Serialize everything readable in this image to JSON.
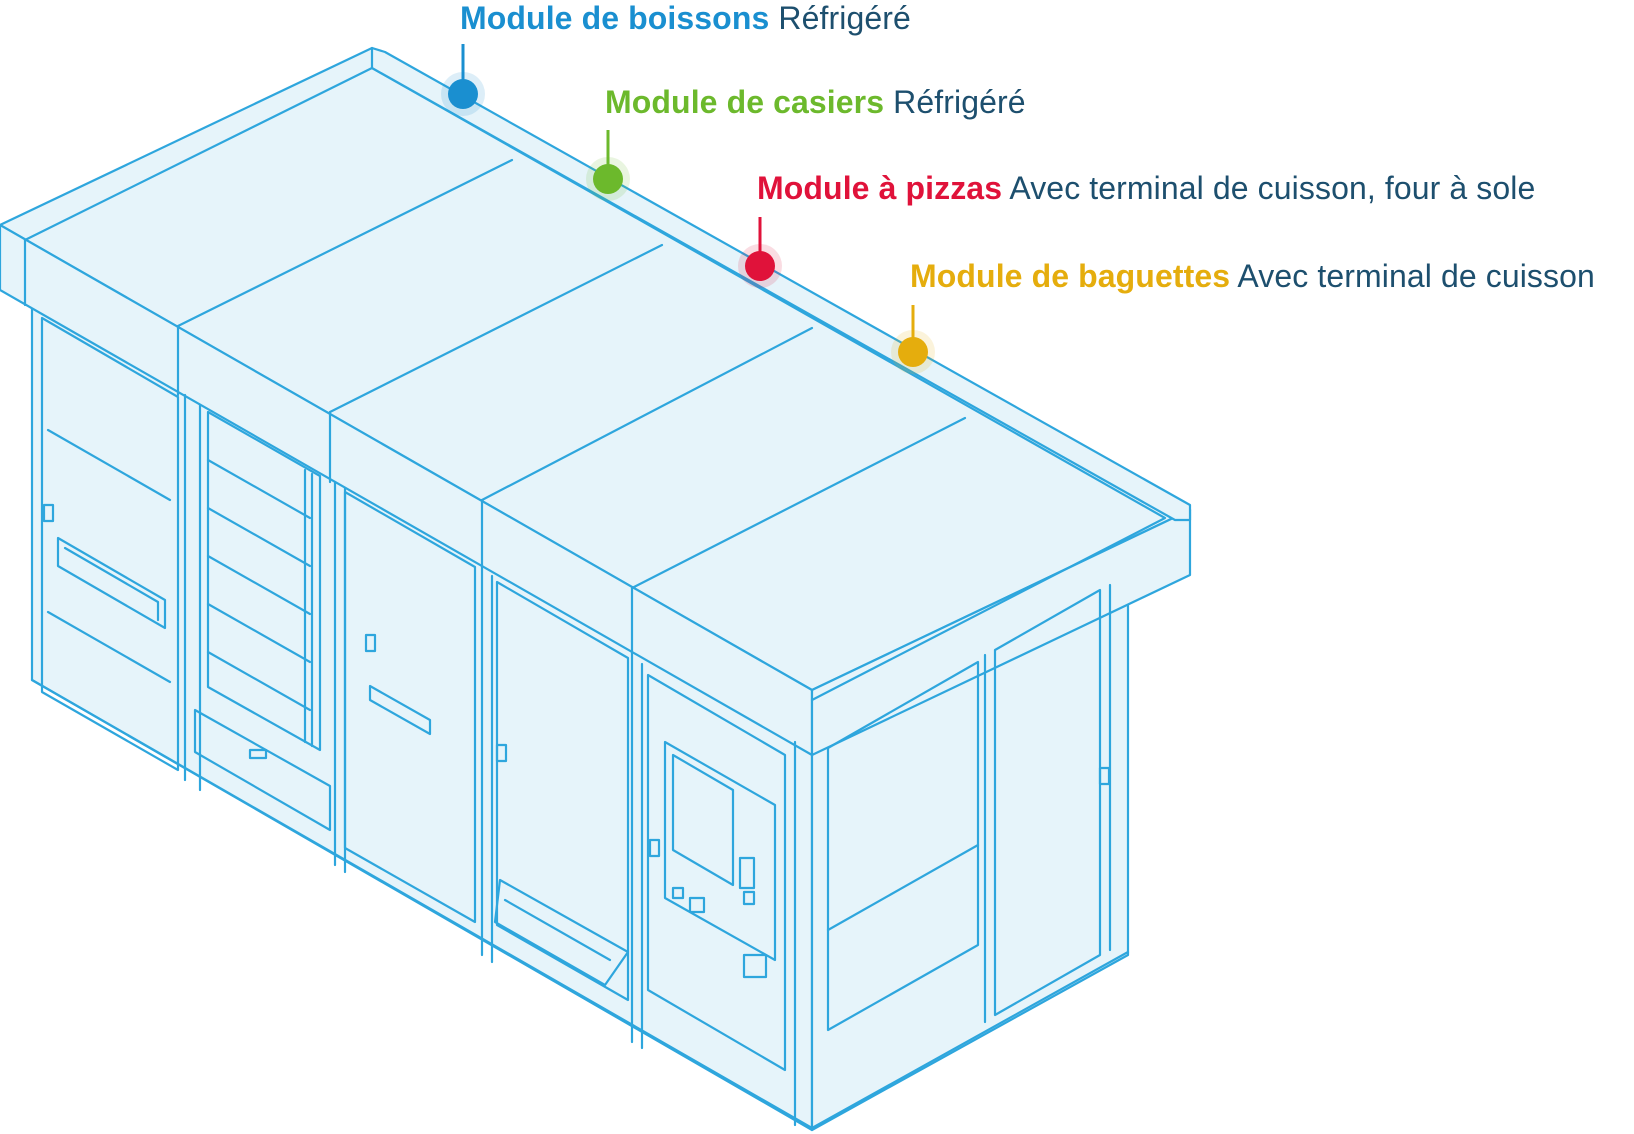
{
  "colors": {
    "outline": "#2ea6dd",
    "fill": "#e6f4fa",
    "text_dark": "#1d4f6e"
  },
  "callouts": [
    {
      "id": "boissons",
      "name": "Module de boissons",
      "description": "Réfrigéré",
      "color": "#1a8fd0"
    },
    {
      "id": "casiers",
      "name": "Module de casiers",
      "description": "Réfrigéré",
      "color": "#6cb92c"
    },
    {
      "id": "pizzas",
      "name": "Module à pizzas",
      "description": "Avec terminal de cuisson, four à sole",
      "color": "#e0123a"
    },
    {
      "id": "baguettes",
      "name": "Module de baguettes",
      "description": "Avec terminal de cuisson",
      "color": "#e5ad0d"
    }
  ]
}
